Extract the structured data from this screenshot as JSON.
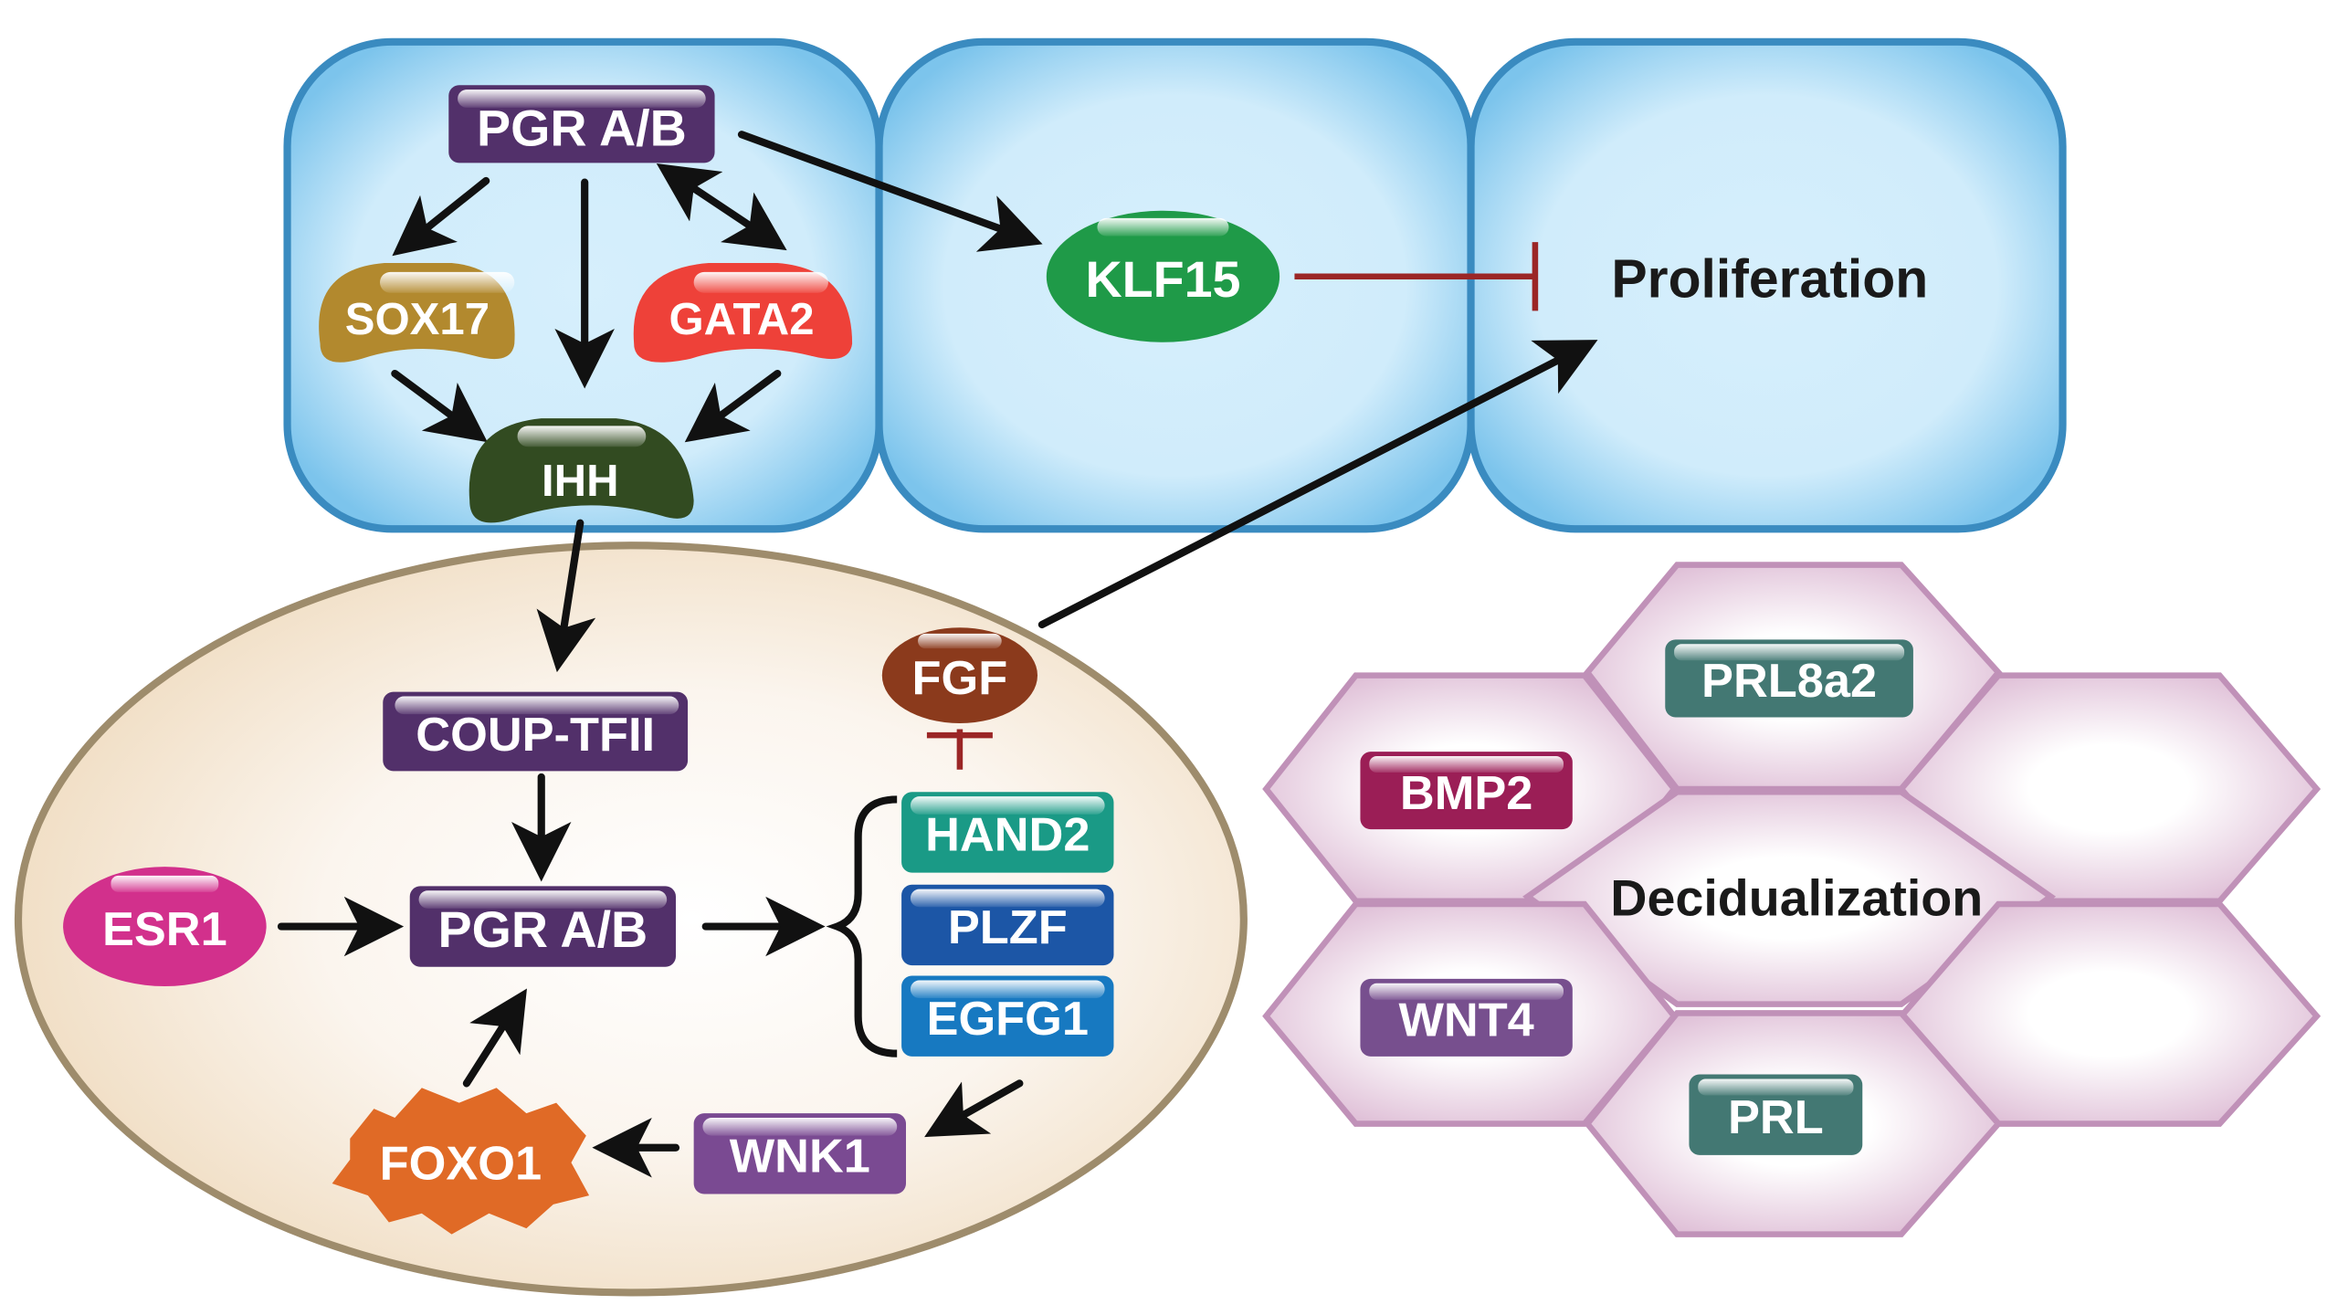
{
  "diagram": {
    "epithelium": {
      "nodes": {
        "pgr_top": {
          "label": "PGR A/B",
          "color": "#52306a"
        },
        "sox17": {
          "label": "SOX17",
          "color": "#b2892e"
        },
        "gata2": {
          "label": "GATA2",
          "color": "#ee4139"
        },
        "ihh": {
          "label": "IHH",
          "color": "#324b21"
        },
        "klf15": {
          "label": "KLF15",
          "color": "#1f9a48"
        }
      },
      "outcome": "Proliferation"
    },
    "stroma": {
      "nodes": {
        "coup": {
          "label": "COUP-TFII",
          "color": "#52306a"
        },
        "esr1": {
          "label": "ESR1",
          "color": "#d2308c"
        },
        "pgr_mid": {
          "label": "PGR A/B",
          "color": "#52306a"
        },
        "fgf": {
          "label": "FGF",
          "color": "#8b3a1c"
        },
        "hand2": {
          "label": "HAND2",
          "color": "#1a9a86"
        },
        "plzf": {
          "label": "PLZF",
          "color": "#1c56a6"
        },
        "egfg1": {
          "label": "EGFG1",
          "color": "#1779c1"
        },
        "wnk1": {
          "label": "WNK1",
          "color": "#7a4a92"
        },
        "foxo1": {
          "label": "FOXO1",
          "color": "#e06a26"
        }
      }
    },
    "decidua": {
      "nodes": {
        "prl8a2": {
          "label": "PRL8a2",
          "color": "#437873"
        },
        "bmp2": {
          "label": "BMP2",
          "color": "#9b1e56"
        },
        "wnt4": {
          "label": "WNT4",
          "color": "#774f8e"
        },
        "prl": {
          "label": "PRL",
          "color": "#437873"
        }
      },
      "outcome": "Decidualization"
    },
    "colors": {
      "cell_fill": "#c9e8f8",
      "cell_stroke": "#3a8bc0",
      "stroma_fill": "#f6eadb",
      "stroma_stroke": "#9e8c6c",
      "hex_fill": "#e8cde0",
      "hex_stroke": "#c091b8",
      "inhibit": "#9b2626",
      "arrow": "#111111"
    }
  }
}
